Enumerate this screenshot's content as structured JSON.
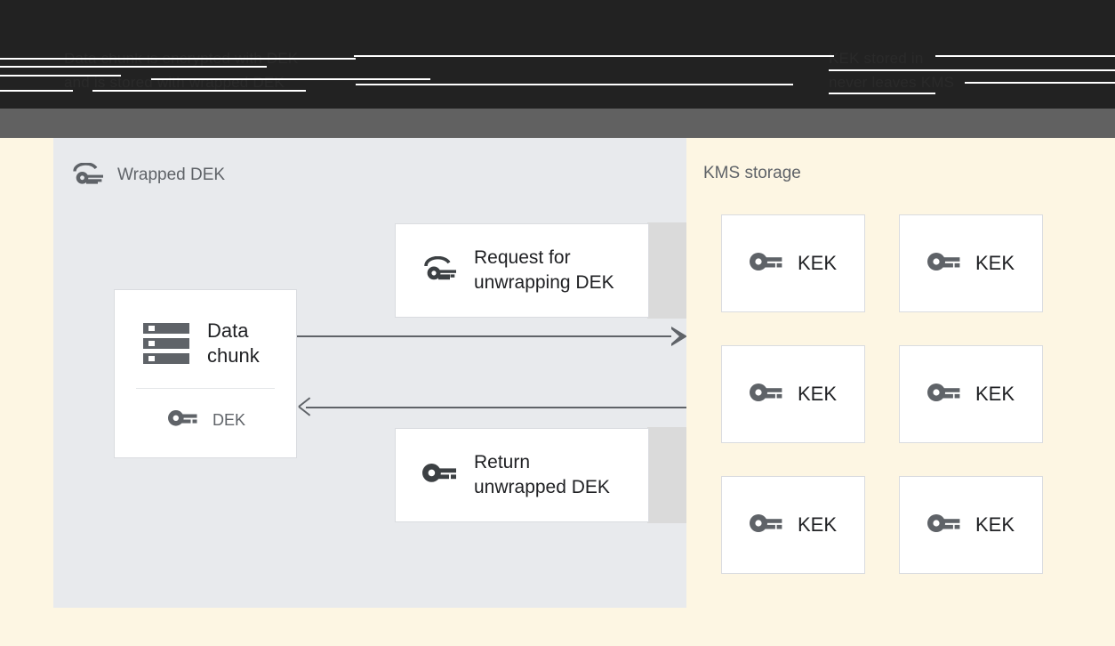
{
  "caption": {
    "left_text": "Data chunk is encrypted with DEK\nand is stored with wrapped DEK",
    "right_text": "KEK stored in\nnever leaves KMS",
    "note": "obscured"
  },
  "left_panel": {
    "heading": "Wrapped DEK",
    "heading_icon": "wrapped-key-icon",
    "data_card": {
      "icon": "data-chunk-icon",
      "title": "Data\nchunk",
      "key_icon": "key-icon",
      "key_label": "DEK"
    },
    "messages": [
      {
        "icon": "wrapped-key-icon",
        "label": "Request for\nunwrapping DEK",
        "direction": "to-kms"
      },
      {
        "icon": "key-icon",
        "label": "Return\nunwrapped DEK",
        "direction": "from-kms"
      }
    ]
  },
  "right_panel": {
    "heading": "KMS storage",
    "keys": [
      {
        "icon": "key-icon",
        "label": "KEK"
      },
      {
        "icon": "key-icon",
        "label": "KEK"
      },
      {
        "icon": "key-icon",
        "label": "KEK"
      },
      {
        "icon": "key-icon",
        "label": "KEK"
      },
      {
        "icon": "key-icon",
        "label": "KEK"
      },
      {
        "icon": "key-icon",
        "label": "KEK"
      }
    ]
  },
  "colors": {
    "page_background": "#fdf6e3",
    "left_panel_background": "#e8eaed",
    "right_panel_background": "#fdf6e3",
    "card_background": "#ffffff",
    "card_border": "#dadce0",
    "tail_gray": "#dadada",
    "icon_gray": "#5f6368",
    "text_primary": "#202124",
    "text_secondary": "#5f6368",
    "band_dark": "#222222",
    "band_gray": "#616161"
  }
}
